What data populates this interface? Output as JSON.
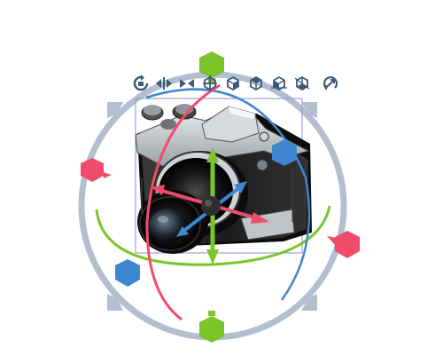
{
  "scene": {
    "object": "camera",
    "gizmo": "3d-transform-gizmo"
  },
  "toolbar": {
    "tools": [
      {
        "name": "rotate-object-tool",
        "icon": "rotate-icon"
      },
      {
        "name": "flip-horizontal-tool",
        "icon": "flip-horizontal-icon"
      },
      {
        "name": "flip-horizontal-alt-tool",
        "icon": "flip-horizontal-alt-icon"
      },
      {
        "name": "view-front-tool",
        "icon": "cube-view-front-icon"
      },
      {
        "name": "view-side-tool",
        "icon": "cube-view-side-icon"
      },
      {
        "name": "view-top-tool",
        "icon": "cube-view-top-icon"
      },
      {
        "name": "view-iso-tool",
        "icon": "cube-view-iso-icon"
      },
      {
        "name": "view-bottom-tool",
        "icon": "cube-view-bottom-icon"
      }
    ],
    "reset": {
      "name": "reset-transform-tool",
      "icon": "reset-rotation-icon"
    }
  },
  "colors": {
    "toolbar_icon": "#3c5a78",
    "ring": "#b3bfcf",
    "x_axis": "#ef4c6b",
    "y_axis": "#7cc42a",
    "z_axis": "#3f86d0",
    "selection_box": "#8f8fd4",
    "pivot": "#2e2e2e"
  }
}
